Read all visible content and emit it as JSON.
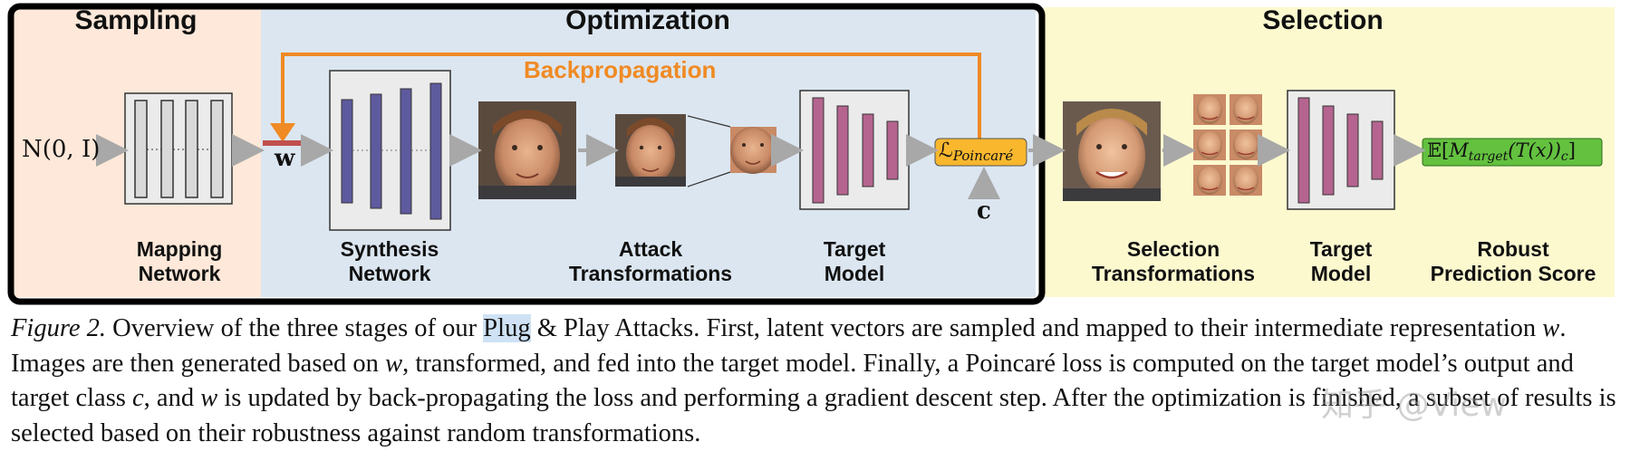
{
  "figure": {
    "sections": {
      "sampling": "Sampling",
      "optimization": "Optimization",
      "selection": "Selection"
    },
    "backprop_label": "Backpropagation",
    "inputs": {
      "noise": "N(0, I)",
      "latent": "w",
      "target_class": "c"
    },
    "loss_label": "L_Poincaré",
    "loss_main": "ℒ",
    "loss_sub": "Poincaré",
    "score_label": "E[M_target(T(x))_c]",
    "score_parts": {
      "e": "𝔼[",
      "m": "M",
      "sub": "target",
      "rest": "(T(x))",
      "csub": "c",
      "close": "]"
    },
    "components": {
      "mapping_network": [
        "Mapping",
        "Network"
      ],
      "synthesis_network": [
        "Synthesis",
        "Network"
      ],
      "attack_transformations": [
        "Attack",
        "Transformations"
      ],
      "target_model_1": [
        "Target",
        "Model"
      ],
      "selection_transformations": [
        "Selection",
        "Transformations"
      ],
      "target_model_2": [
        "Target",
        "Model"
      ],
      "robust_prediction_score": [
        "Robust",
        "Prediction Score"
      ]
    },
    "colors": {
      "sampling_bg": "#fde8d9",
      "optimization_bg": "#dce6f0",
      "selection_bg": "#fcf9cf",
      "backprop": "#f08a24",
      "synthesis_bars": "#5d5a9e",
      "target_bars": "#b5648f",
      "loss_box": "#f9b72e",
      "score_box": "#63c13f"
    }
  },
  "caption": {
    "lead": "Figure 2.",
    "t1": " Overview of the three stages of our ",
    "highlighted": "Plug",
    "t2": " & Play Attacks. First, latent vectors are sampled and mapped to their intermediate representation ",
    "w1": "w",
    "t3": ". Images are then generated based on ",
    "w2": "w",
    "t4": ", transformed, and fed into the target model. Finally, a Poincaré loss is computed on the target model’s output and target class ",
    "c": "c",
    "t5": ", and ",
    "w3": "w",
    "t6": " is updated by back-propagating the loss and performing a gradient descent step. After the optimization is finished, a subset of results is selected based on their robustness against random transformations."
  },
  "watermark": "知乎 @View"
}
